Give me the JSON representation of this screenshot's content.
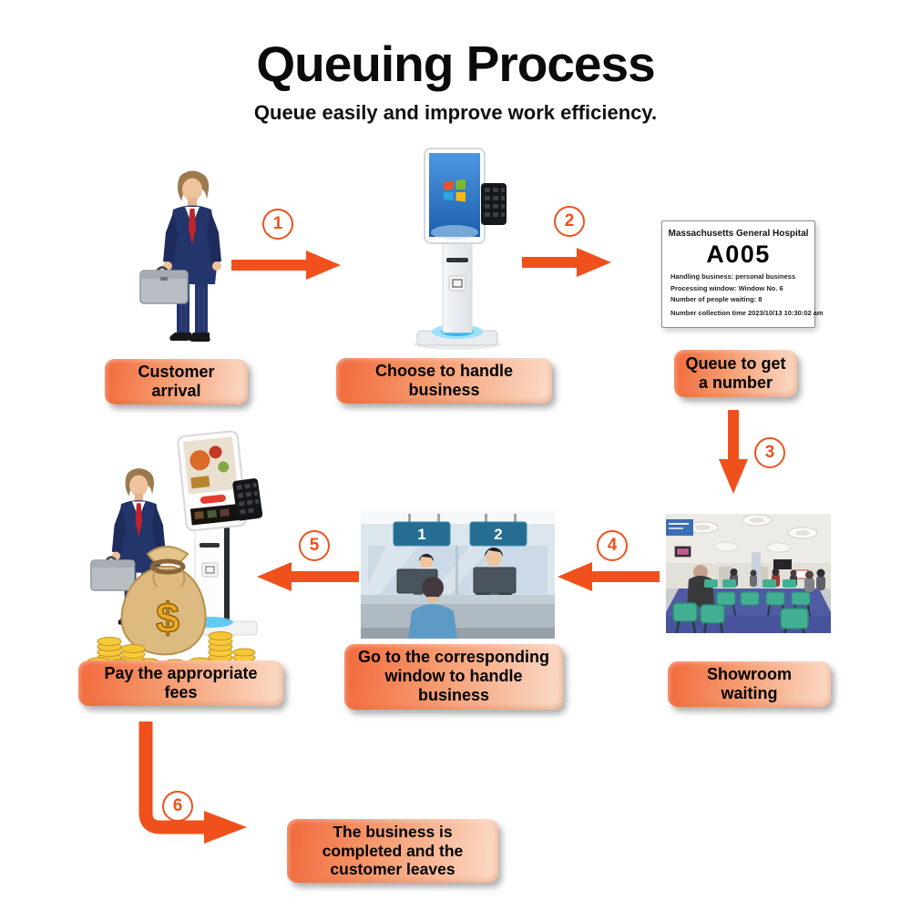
{
  "header": {
    "title": "Queuing Process",
    "subtitle": "Queue easily and improve work efficiency."
  },
  "colors": {
    "accent_orange": "#F0511C",
    "pill_gradient_start": "#F2693B",
    "pill_gradient_end": "#FBDCC9",
    "kiosk_screen_blue": "#2F7CC9",
    "chair_teal": "#42AE92",
    "window_sign_blue": "#256D92",
    "coin_gold": "#F4C636"
  },
  "arrows": [
    {
      "number": "1"
    },
    {
      "number": "2"
    },
    {
      "number": "3"
    },
    {
      "number": "4"
    },
    {
      "number": "5"
    },
    {
      "number": "6"
    }
  ],
  "stages": {
    "customer_arrival": "Customer arrival",
    "choose_business": "Choose to handle business",
    "queue_number": "Queue to get a number",
    "showroom_waiting": "Showroom waiting",
    "window_business": "Go to the corresponding window to handle business",
    "pay_fees": "Pay the appropriate fees",
    "completed": "The business is completed and the customer leaves"
  },
  "ticket": {
    "hospital": "Massachusetts General Hospital",
    "ticket_number": "A005",
    "details": [
      "Handling business: personal business",
      "Processing window: Window No. 6",
      "Number of people waiting: 8",
      "Number collection time 2023/10/13 10:30:02 am"
    ]
  },
  "service_counter": {
    "window_numbers": [
      "1",
      "2"
    ]
  },
  "payment": {
    "currency_symbol": "$"
  }
}
